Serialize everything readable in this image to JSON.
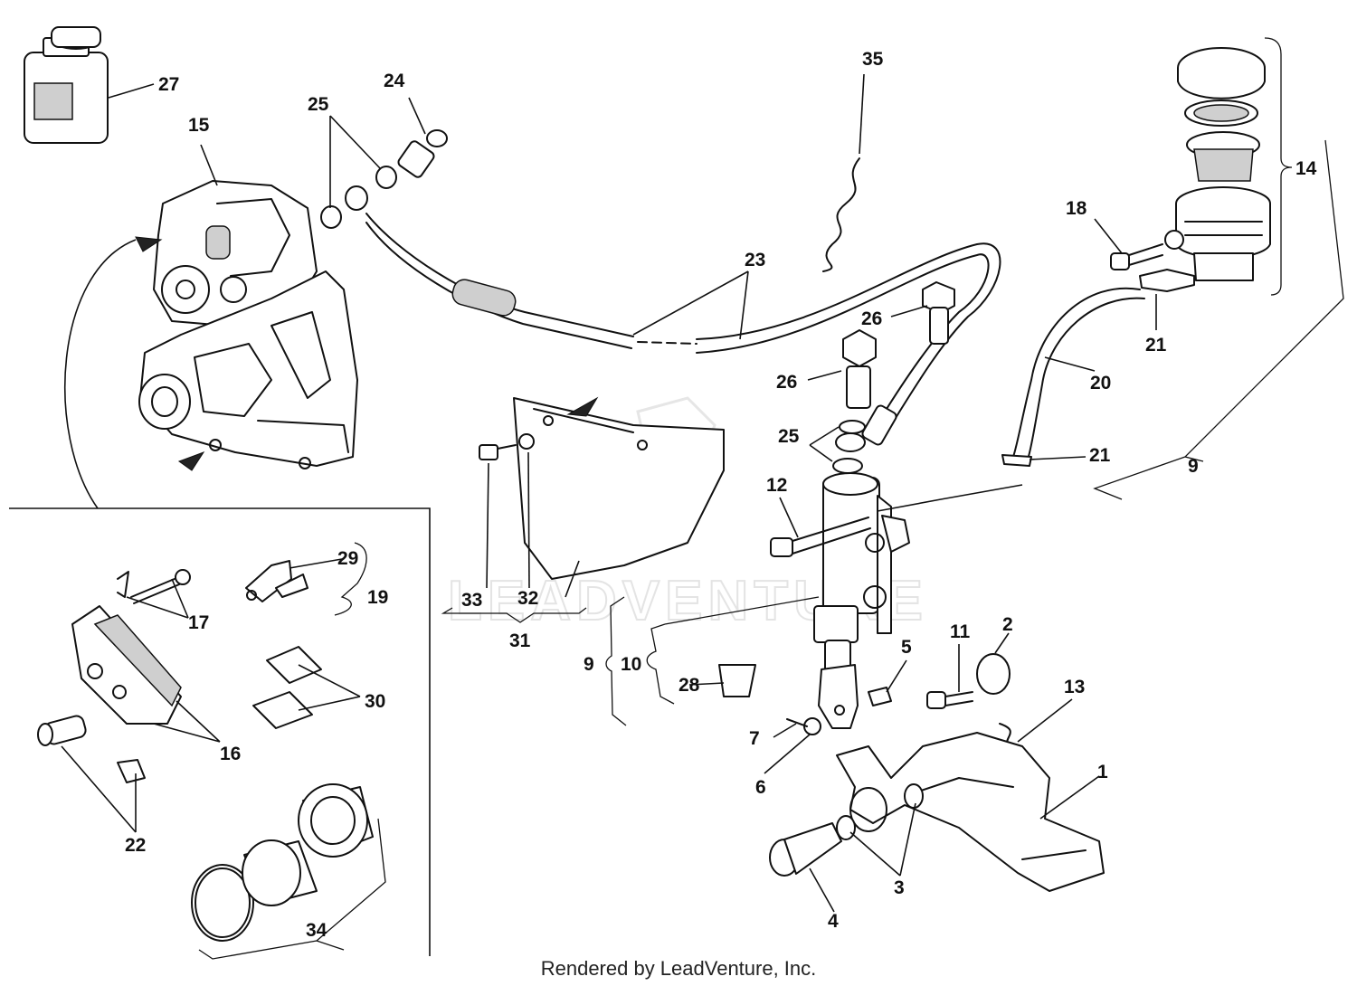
{
  "watermark": "LEADVENTURE",
  "footer": "Rendered by LeadVenture, Inc.",
  "callouts": {
    "c1": "1",
    "c2": "2",
    "c3": "3",
    "c4": "4",
    "c5": "5",
    "c6": "6",
    "c7": "7",
    "c9a": "9",
    "c9b": "9",
    "c10": "10",
    "c11": "11",
    "c12": "12",
    "c13": "13",
    "c14": "14",
    "c15": "15",
    "c16": "16",
    "c17": "17",
    "c18": "18",
    "c19": "19",
    "c20": "20",
    "c21a": "21",
    "c21b": "21",
    "c22": "22",
    "c23": "23",
    "c24": "24",
    "c25a": "25",
    "c25b": "25",
    "c26a": "26",
    "c26b": "26",
    "c27": "27",
    "c28": "28",
    "c29": "29",
    "c30": "30",
    "c31": "31",
    "c32": "32",
    "c33": "33",
    "c34": "34",
    "c35": "35"
  }
}
